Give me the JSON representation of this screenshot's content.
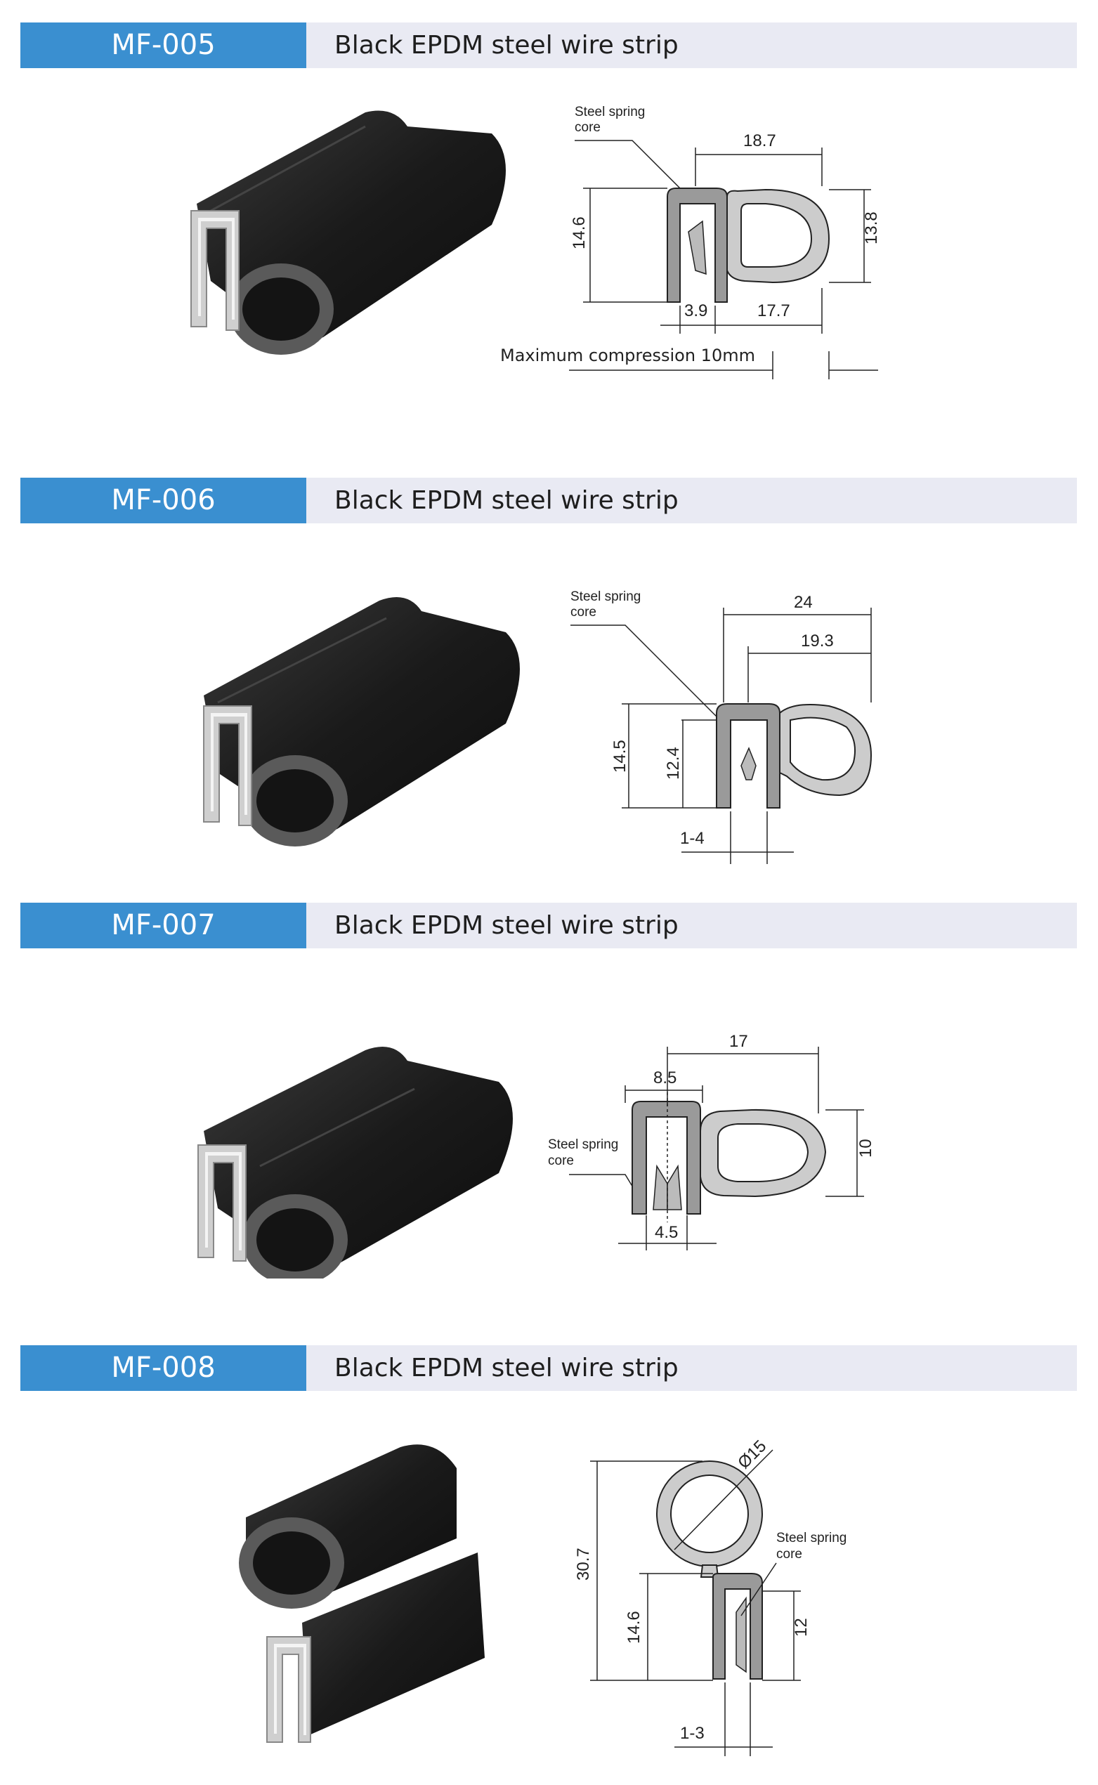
{
  "products": [
    {
      "code": "MF-005",
      "title": "Black EPDM steel wire strip",
      "diagram": {
        "core_label_line1": "Steel spring",
        "core_label_line2": "core",
        "dims": [
          "18.7",
          "14.6",
          "13.8",
          "3.9",
          "17.7"
        ],
        "note": "Maximum compression 10mm"
      }
    },
    {
      "code": "MF-006",
      "title": "Black EPDM steel wire strip",
      "diagram": {
        "core_label_line1": "Steel spring",
        "core_label_line2": "core",
        "dims": [
          "24",
          "19.3",
          "14.5",
          "12.4",
          "1-4"
        ]
      }
    },
    {
      "code": "MF-007",
      "title": "Black EPDM steel wire strip",
      "diagram": {
        "core_label_line1": "Steel spring",
        "core_label_line2": "core",
        "dims": [
          "17",
          "8.5",
          "10",
          "4.5"
        ]
      }
    },
    {
      "code": "MF-008",
      "title": "Black EPDM steel wire strip",
      "diagram": {
        "core_label_line1": "Steel spring",
        "core_label_line2": "core",
        "dims": [
          "Ø15",
          "30.7",
          "14.6",
          "12",
          "1-3"
        ]
      }
    }
  ],
  "colors": {
    "header_code_bg": "#3a8fd0",
    "header_bar_bg": "#e9eaf3",
    "rubber": "#1c1c1c",
    "sponge": "#5a5a5a",
    "profile_fill": "#d8d8d8"
  }
}
